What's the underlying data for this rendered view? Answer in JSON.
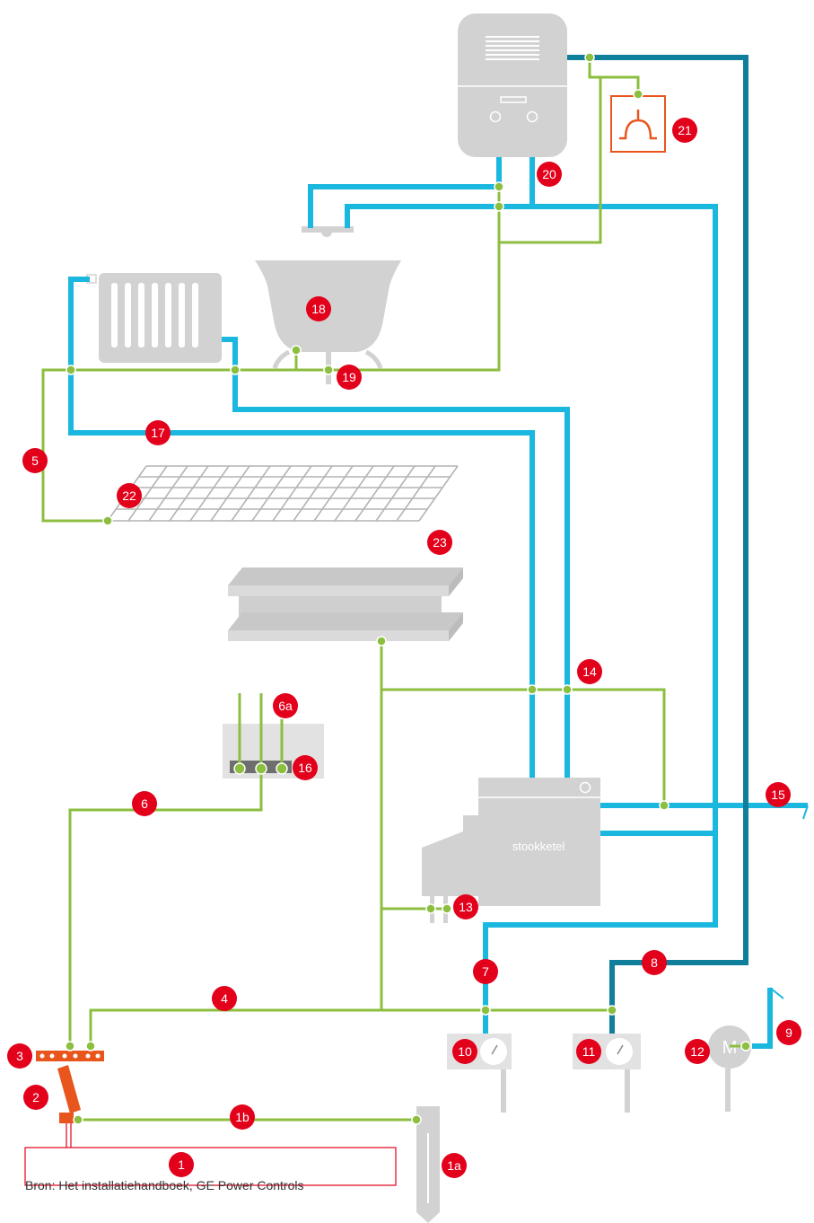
{
  "source_caption": "Bron: Het installatiehandboek, GE Power Controls",
  "boiler_label": "stookketel",
  "badges": {
    "b1": "1",
    "b1a": "1a",
    "b1b": "1b",
    "b2": "2",
    "b3": "3",
    "b4": "4",
    "b5": "5",
    "b6": "6",
    "b6a": "6a",
    "b7": "7",
    "b8": "8",
    "b9": "9",
    "b10": "10",
    "b11": "11",
    "b12": "12",
    "b13": "13",
    "b14": "14",
    "b15": "15",
    "b16": "16",
    "b17": "17",
    "b18": "18",
    "b19": "19",
    "b20": "20",
    "b21": "21",
    "b22": "22",
    "b23": "23"
  },
  "meter_letter": "M",
  "colors": {
    "green": "#8cbe3f",
    "blue": "#1ab7df",
    "dark_blue": "#0f7f9c",
    "red": "#e3001b",
    "orange": "#e8561e",
    "gray": "#d2d2d2",
    "dark_gray": "#6e6e6e",
    "background": "#ffffff"
  },
  "icons": [
    "water-heater-icon",
    "gas-meter-icon",
    "bathtub-icon",
    "radiator-icon",
    "mesh-icon",
    "steel-beam-icon",
    "boiler-icon",
    "pump-icon",
    "main-earth-terminal-icon",
    "earth-rod-icon"
  ]
}
